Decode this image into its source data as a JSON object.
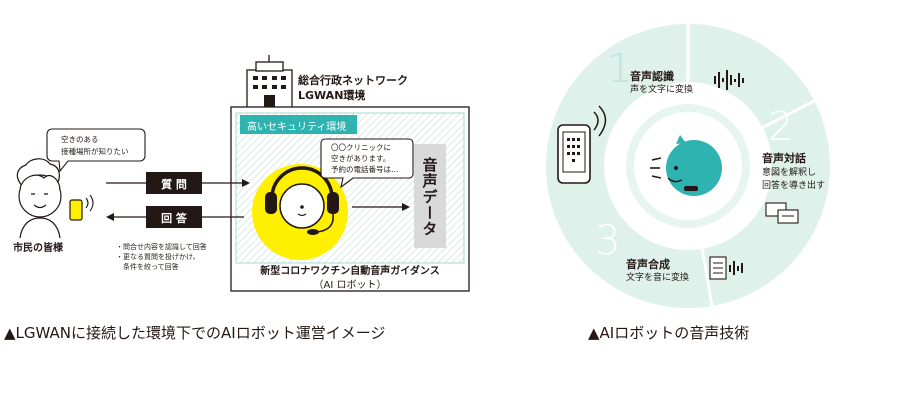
{
  "left": {
    "building_caption": [
      "総合行政ネットワーク",
      "LGWAN環境"
    ],
    "security_label": "高いセキュリティ環境",
    "citizen_bubble": [
      "空きのある",
      "接種場所が知りたい"
    ],
    "citizen_label": "市民の皆様",
    "question_label": "質 問",
    "answer_label": "回 答",
    "robot_notes": [
      "・問合せ内容を認識して回答",
      "・更なる質問を投げかけ、",
      "　条件を絞って回答"
    ],
    "robot_bubble": [
      "〇〇クリニックに",
      "空きがあります。",
      "予約の電話番号は…"
    ],
    "voice_data_label": "音声データ",
    "robot_caption": [
      "新型コロナワクチン自動音声ガイダンス",
      "（AI ロボット）"
    ],
    "figure_caption": "▲LGWANに接続した環境下でのAIロボット運営イメージ"
  },
  "right": {
    "steps": [
      {
        "number": "1",
        "title": "音声認識",
        "desc": [
          "声を文字に変換"
        ]
      },
      {
        "number": "2",
        "title": "音声対話",
        "desc": [
          "意図を解釈し",
          "回答を導き出す"
        ]
      },
      {
        "number": "3",
        "title": "音声合成",
        "desc": [
          "文字を音に変換"
        ]
      }
    ],
    "figure_caption": "▲AIロボットの音声技術"
  },
  "colors": {
    "ink": "#231815",
    "highlight_yellow": "#FFF000",
    "teal_dark": "#2FB3B0",
    "teal_light": "#DDF0EC",
    "gray_panel": "#D9D9D9",
    "dark_bar": "#231815"
  }
}
